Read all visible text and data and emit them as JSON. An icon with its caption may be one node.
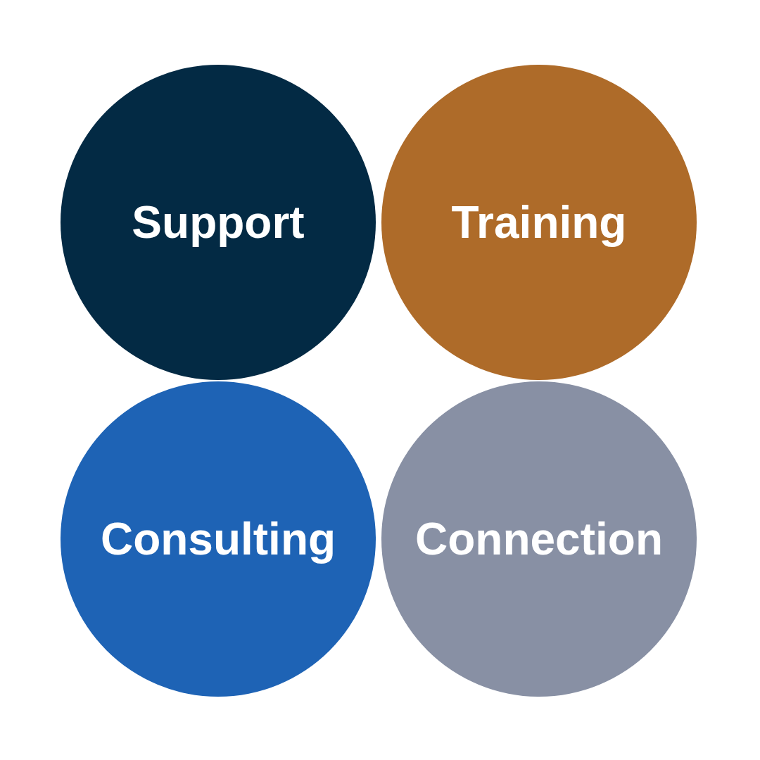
{
  "diagram": {
    "nodes": [
      {
        "text": [
          "Support"
        ]
      },
      {
        "text": [
          "Training"
        ]
      },
      {
        "text": [
          "Consulting"
        ]
      },
      {
        "text": [
          "Connection"
        ]
      }
    ]
  }
}
